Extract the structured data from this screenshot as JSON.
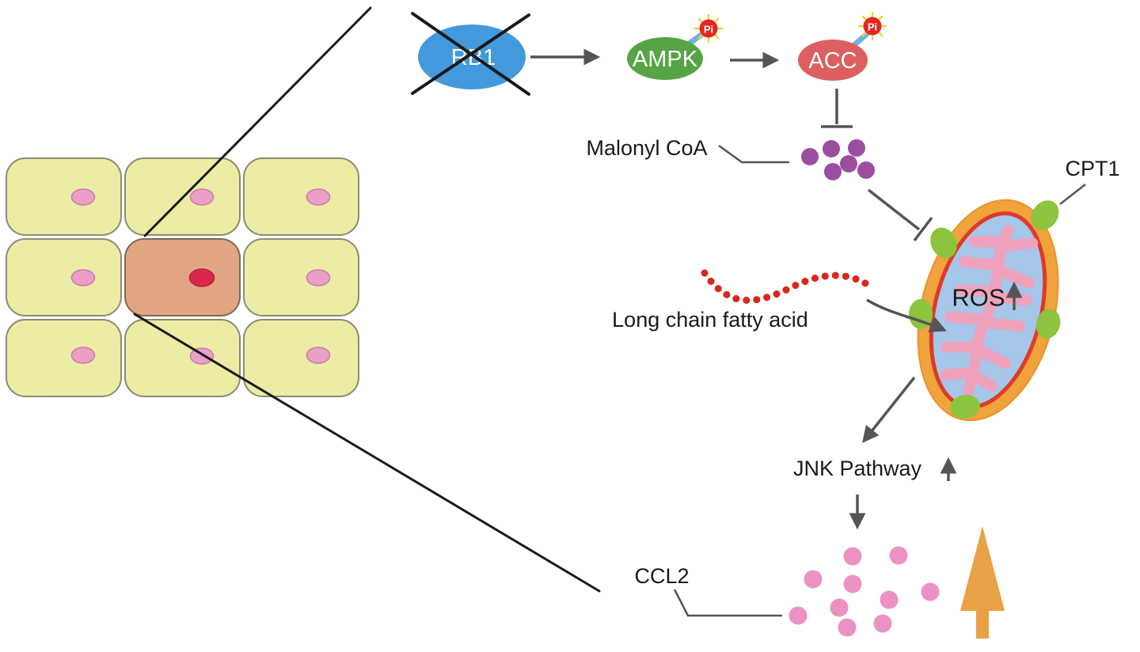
{
  "figure": {
    "type": "signaling-pathway-diagram",
    "labels": {
      "rb1": "RB1",
      "ampk": "AMPK",
      "acc": "ACC",
      "pi_ampk": "Pi",
      "pi_acc": "Pi",
      "malonyl_coa": "Malonyl CoA",
      "cpt1": "CPT1",
      "long_chain_fatty_acid": "Long chain fatty acid",
      "ros": "ROS",
      "jnk_pathway": "JNK Pathway",
      "ccl2": "CCL2"
    },
    "edges": [
      "RB1 (crossed out / lost) -> AMPK (phosphorylated)",
      "AMPK -> ACC (phosphorylated)",
      "ACC -| Malonyl CoA",
      "Malonyl CoA -| CPT1 / mitochondria",
      "Long chain fatty acid -> imported into mitochondria via CPT1",
      "ROS increased inside mitochondria",
      "Mitochondria -> JNK Pathway (increased)",
      "JNK Pathway -> CCL2 (increased, large up arrow)"
    ],
    "counts": {
      "tissue_cells": 9,
      "highlighted_cells": 1,
      "malonyl_coa_molecules": 6,
      "ccl2_molecules": 10,
      "cpt1_sites": 5
    },
    "colors": {
      "cell_fill": "#ECECA4",
      "cell_stroke": "#8B8B74",
      "nucleus_pink": "#EC9FC6",
      "highlighted_cell": "#E2A583",
      "highlighted_nucleus": "#D9294A",
      "rb1_blue": "#4399DC",
      "ampk_green": "#56A445",
      "acc_red": "#DD5F5F",
      "pi_red": "#E42620",
      "pi_spark_yellow": "#F6D32B",
      "phospho_link_blue": "#6FB3E3",
      "malonyl_purple": "#9C4DA0",
      "mito_outer_orange": "#F0A23B",
      "mito_inner_ring_red": "#DD3B2A",
      "mito_matrix_blue": "#A6C7E9",
      "cristae_pink": "#F0A2BD",
      "cpt1_green": "#8CC43E",
      "fatty_acid_red": "#D8281E",
      "ccl2_pink": "#EC92C2",
      "arrow_gray": "#555555",
      "line_black": "#1A1A1A",
      "big_up_arrow_orange": "#E8A144"
    }
  }
}
